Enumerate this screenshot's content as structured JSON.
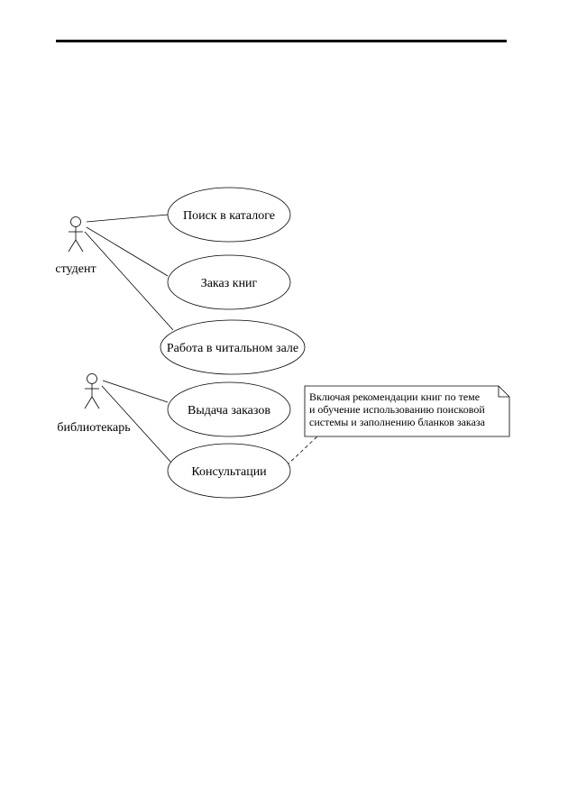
{
  "actors": {
    "student": "студент",
    "librarian": "библиотекарь"
  },
  "use_cases": {
    "catalog_search": "Поиск в каталоге",
    "book_order": "Заказ книг",
    "reading_room": "Работа в читальном зале",
    "order_delivery": "Выдача заказов",
    "consultations": "Консультации"
  },
  "note": {
    "lines": [
      "Включая рекомендации книг по теме",
      "и обучение использованию поисковой",
      "системы и заполнению бланков заказа"
    ]
  },
  "colors": {
    "line": "#000000",
    "background": "#ffffff"
  }
}
